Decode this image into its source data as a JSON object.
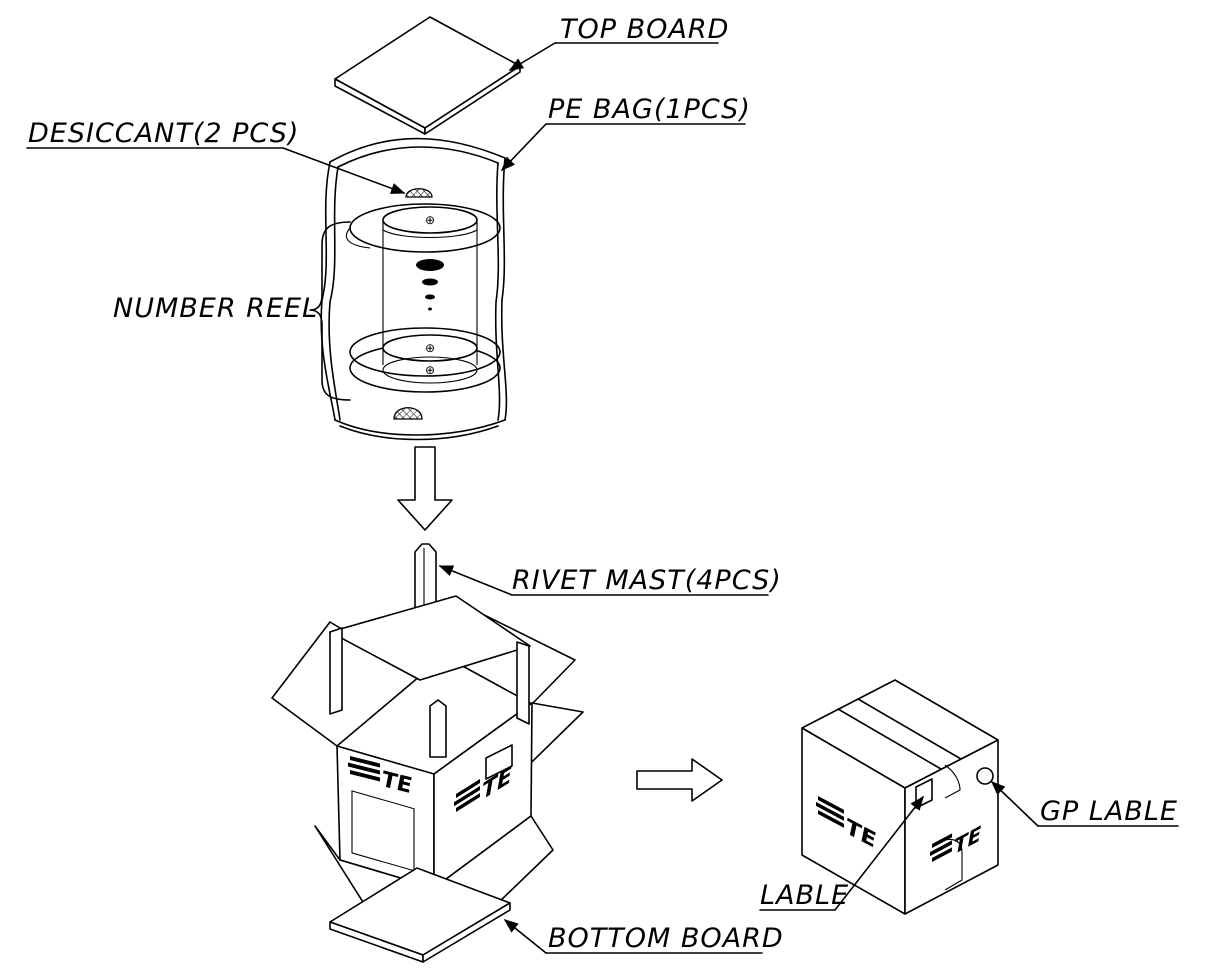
{
  "labels": {
    "top_board": "TOP  BOARD",
    "pe_bag": "PE  BAG(1PCS)",
    "desiccant": "DESICCANT(2  PCS)",
    "number_reel": "NUMBER  REEL",
    "rivet_mast": "RIVET  MAST(4PCS)",
    "bottom_board": "BOTTOM  BOARD",
    "gp_lable": "GP  LABLE",
    "lable": "LABLE"
  },
  "logo_text": "TE",
  "colors": {
    "line": "#000000",
    "background": "#ffffff"
  },
  "icons": [
    "te-logo",
    "down-arrow",
    "right-arrow",
    "desiccant-pack",
    "reel"
  ]
}
